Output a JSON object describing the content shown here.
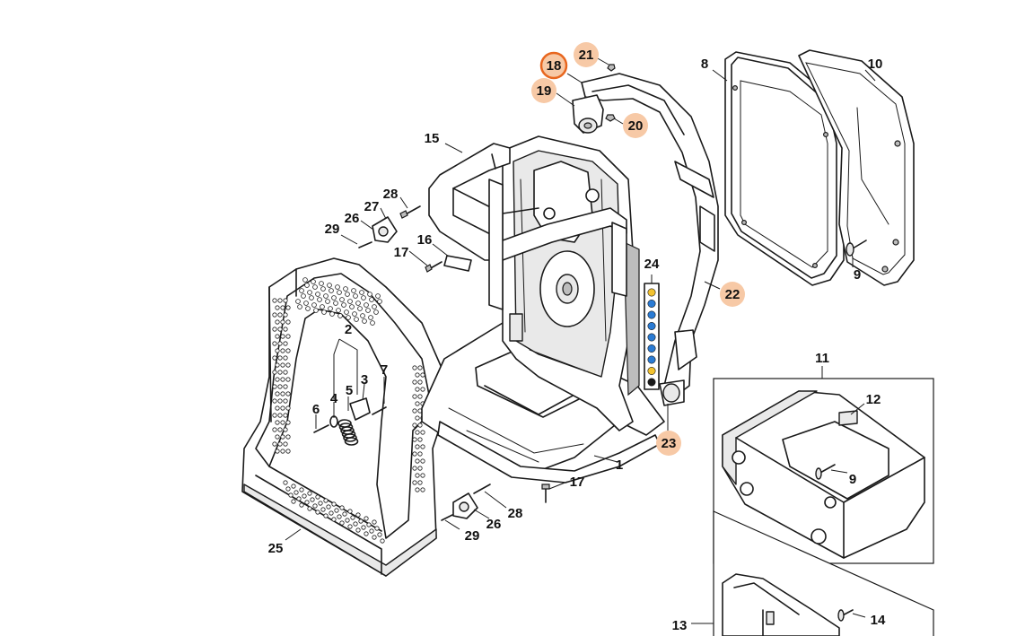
{
  "parts": {
    "p1": "1",
    "p2": "2",
    "p3": "3",
    "p4": "4",
    "p5": "5",
    "p6": "6",
    "p7": "7",
    "p8": "8",
    "p9a": "9",
    "p9b": "9",
    "p10": "10",
    "p11": "11",
    "p12": "12",
    "p13": "13",
    "p14": "14",
    "p15": "15",
    "p16": "16",
    "p17a": "17",
    "p17b": "17",
    "p18": "18",
    "p19": "19",
    "p20": "20",
    "p21": "21",
    "p22": "22",
    "p23": "23",
    "p24": "24",
    "p25": "25",
    "p26a": "26",
    "p26b": "26",
    "p27": "27",
    "p28a": "28",
    "p28b": "28",
    "p29a": "29",
    "p29b": "29"
  },
  "colors": {
    "highlight_bubble": "#f7c9a6",
    "selected_ring": "#e8661e",
    "line": "#1a1a1a"
  }
}
